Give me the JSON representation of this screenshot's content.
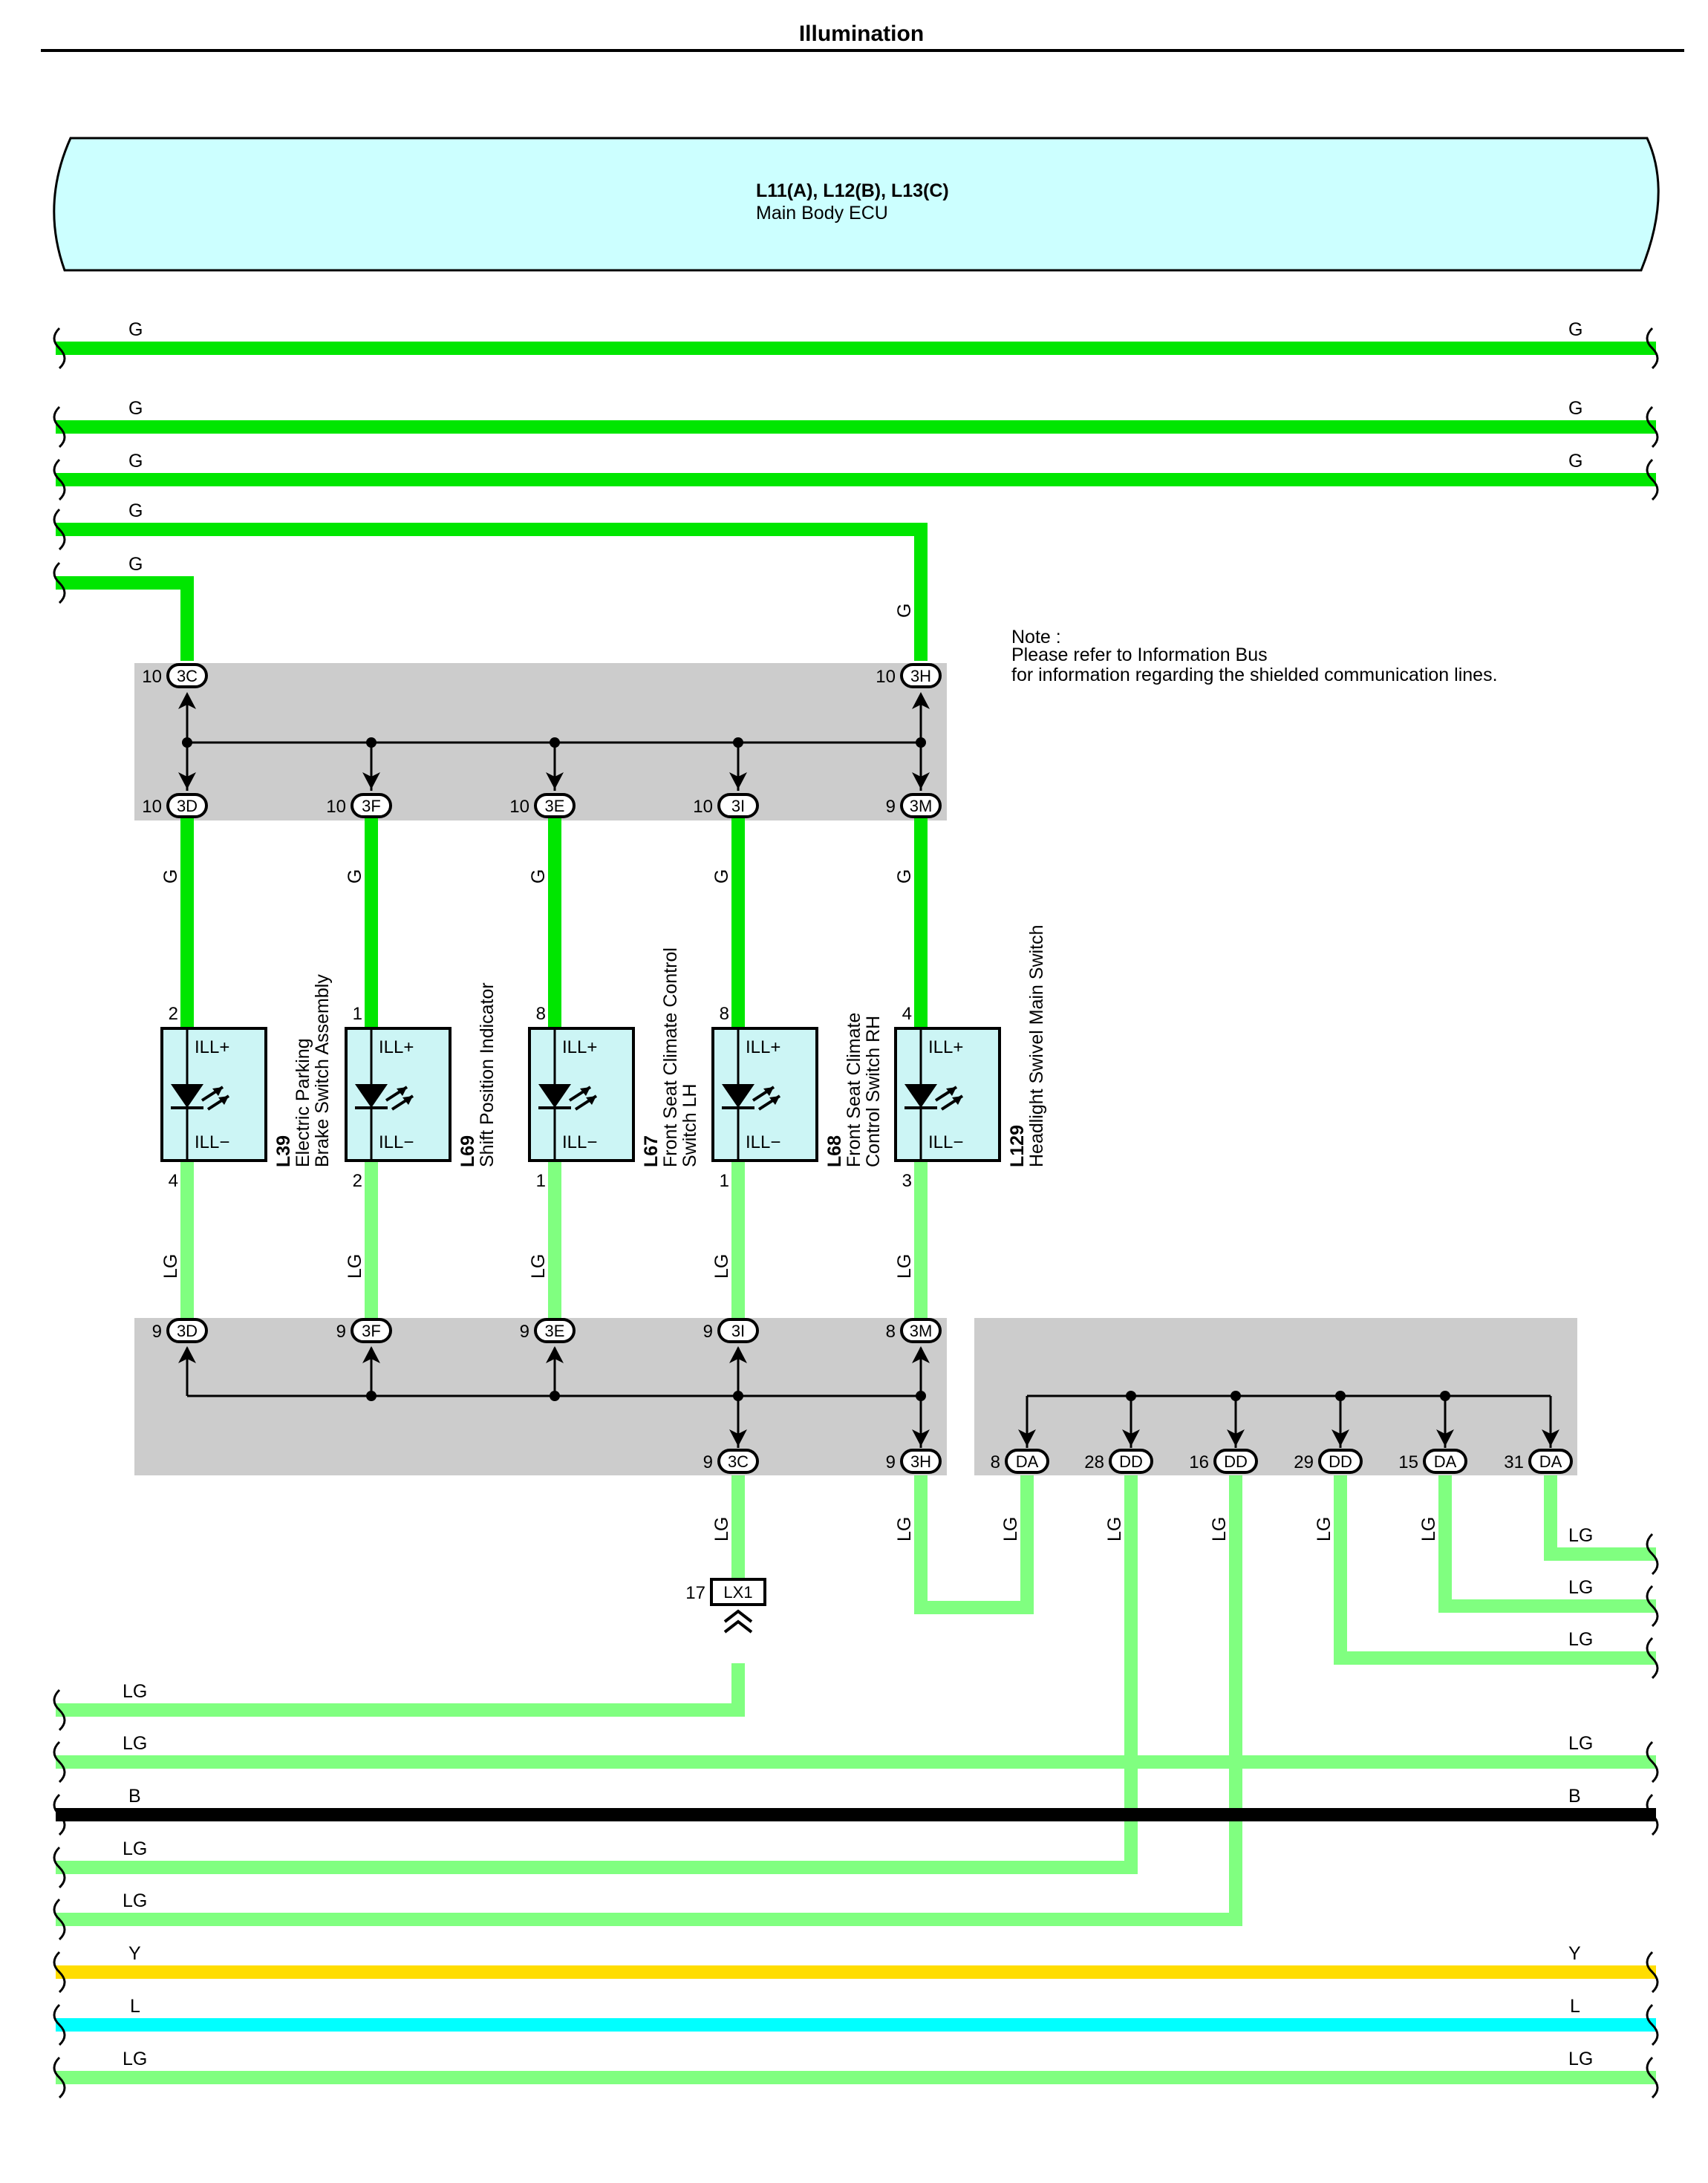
{
  "title": "Illumination",
  "ecu": {
    "ref": "L11(A), L12(B), L13(C)",
    "name": "Main Body ECU"
  },
  "note": {
    "head": "Note :",
    "line1": "Please refer to Information Bus",
    "line2": "for information regarding the shielded communication lines."
  },
  "colors": {
    "G": "#00e600",
    "LG": "#80ff80",
    "B": "#000000",
    "Y": "#ffdd00",
    "L": "#00ffff",
    "ecu_fill": "#ccffff",
    "junction_fill": "#cccccc",
    "component_fill": "#ccf5f5"
  },
  "wire_codes": {
    "G": "G",
    "LG": "LG",
    "B": "B",
    "Y": "Y",
    "L": "L"
  },
  "junction_top": {
    "in_left": {
      "pin": "10",
      "conn": "3C"
    },
    "in_right": {
      "pin": "10",
      "conn": "3H"
    },
    "outs": [
      {
        "pin": "10",
        "conn": "3D"
      },
      {
        "pin": "10",
        "conn": "3F"
      },
      {
        "pin": "10",
        "conn": "3E"
      },
      {
        "pin": "10",
        "conn": "3I"
      },
      {
        "pin": "9",
        "conn": "3M"
      }
    ]
  },
  "components": [
    {
      "id": "L39",
      "name1": "Electric Parking",
      "name2": "Brake Switch Assembly",
      "pin_top": "2",
      "pin_bottom": "4",
      "ill_plus": "ILL+",
      "ill_minus": "ILL−"
    },
    {
      "id": "L69",
      "name1": "Shift Position Indicator",
      "name2": "",
      "pin_top": "1",
      "pin_bottom": "2",
      "ill_plus": "ILL+",
      "ill_minus": "ILL−"
    },
    {
      "id": "L67",
      "name1": "Front Seat Climate Control",
      "name2": "Switch LH",
      "pin_top": "8",
      "pin_bottom": "1",
      "ill_plus": "ILL+",
      "ill_minus": "ILL−"
    },
    {
      "id": "L68",
      "name1": "Front Seat Climate",
      "name2": "Control Switch RH",
      "pin_top": "8",
      "pin_bottom": "1",
      "ill_plus": "ILL+",
      "ill_minus": "ILL−"
    },
    {
      "id": "L129",
      "name1": "Headlight Swivel Main Switch",
      "name2": "",
      "pin_top": "4",
      "pin_bottom": "3",
      "ill_plus": "ILL+",
      "ill_minus": "ILL−"
    }
  ],
  "junction_bottom": {
    "ins": [
      {
        "pin": "9",
        "conn": "3D"
      },
      {
        "pin": "9",
        "conn": "3F"
      },
      {
        "pin": "9",
        "conn": "3E"
      },
      {
        "pin": "9",
        "conn": "3I"
      },
      {
        "pin": "8",
        "conn": "3M"
      }
    ],
    "out_left": {
      "pin": "9",
      "conn": "3C"
    },
    "out_right": {
      "pin": "9",
      "conn": "3H"
    }
  },
  "junction_right": [
    {
      "pin": "8",
      "conn": "DA"
    },
    {
      "pin": "28",
      "conn": "DD"
    },
    {
      "pin": "16",
      "conn": "DD"
    },
    {
      "pin": "29",
      "conn": "DD"
    },
    {
      "pin": "15",
      "conn": "DA"
    },
    {
      "pin": "31",
      "conn": "DA"
    }
  ],
  "lx1": {
    "pin": "17",
    "conn": "LX1"
  }
}
